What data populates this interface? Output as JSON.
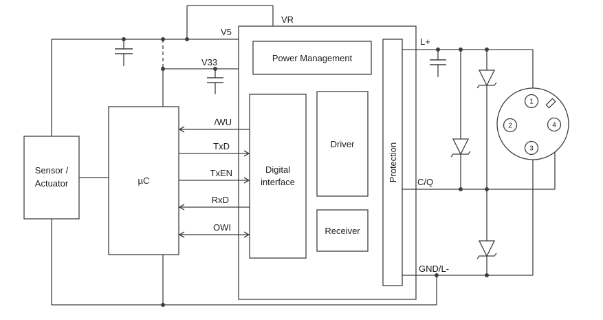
{
  "blocks": {
    "sensor_line1": "Sensor /",
    "sensor_line2": "Actuator",
    "mcu": "µC",
    "power_management": "Power Management",
    "digital_line1": "Digital",
    "digital_line2": "interface",
    "driver": "Driver",
    "receiver": "Receiver",
    "protection": "Protection"
  },
  "nets": {
    "vr": "VR",
    "v5": "V5",
    "v33": "V33",
    "wu": "/WU",
    "txd": "TxD",
    "txen": "TxEN",
    "rxd": "RxD",
    "owi": "OWI",
    "lplus": "L+",
    "cq": "C/Q",
    "gnd": "GND/L-"
  },
  "connector": {
    "pins": {
      "p1": "1",
      "p2": "2",
      "p3": "3",
      "p4": "4"
    }
  },
  "colors": {
    "line": "#3e3e3e",
    "text": "#1c1c1c",
    "background": "#ffffff"
  }
}
